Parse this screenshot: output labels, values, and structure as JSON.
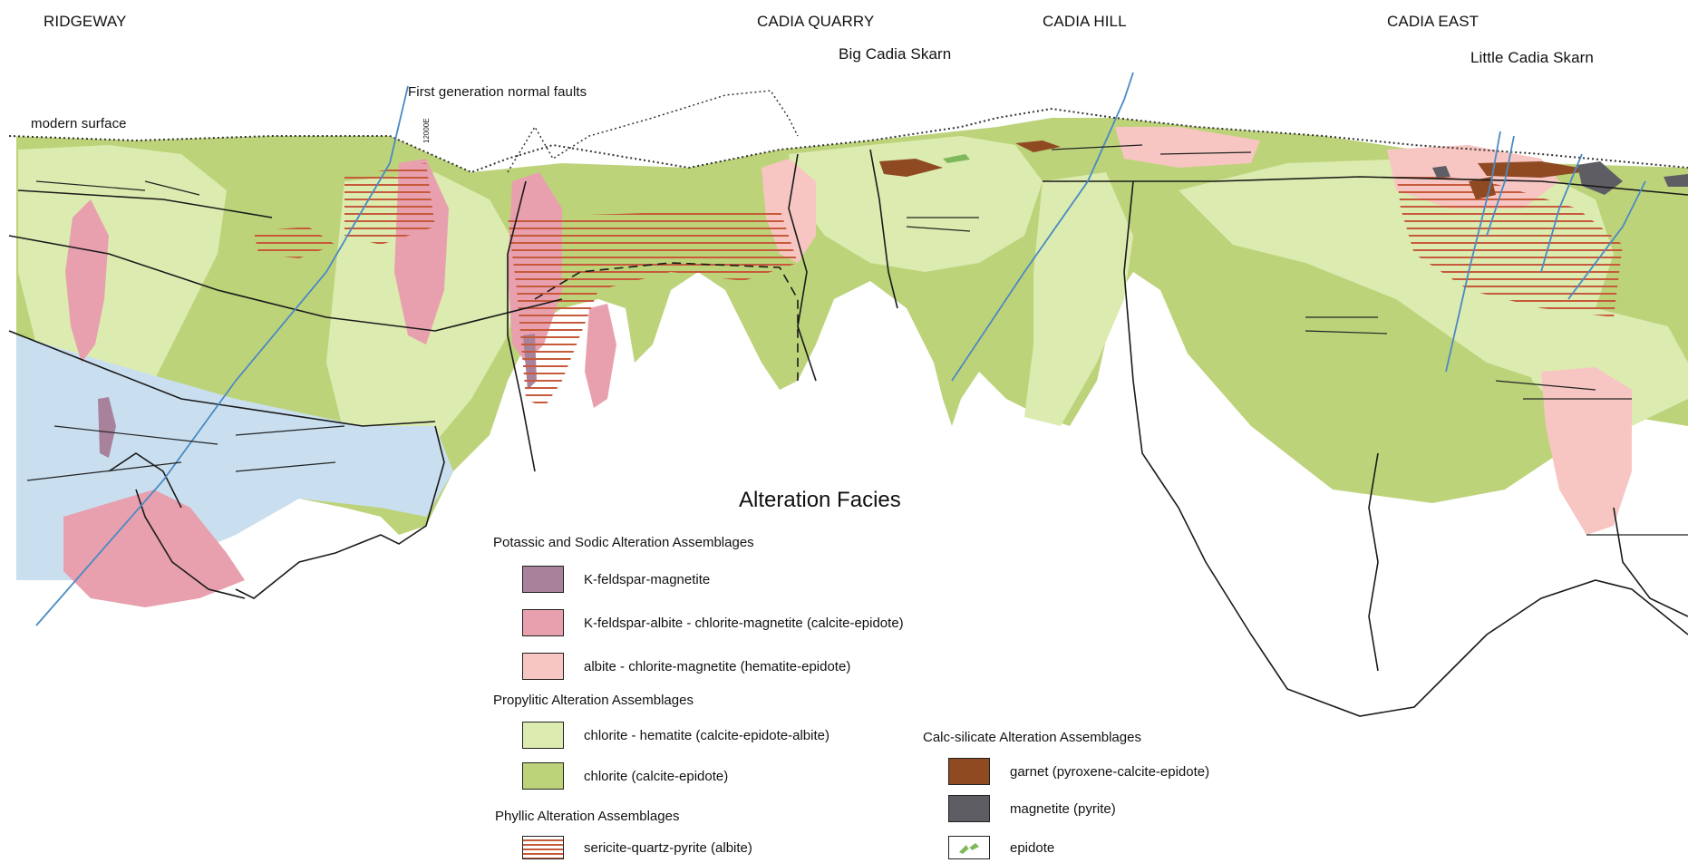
{
  "section_labels": {
    "ridgeway": "RIDGEWAY",
    "cadia_quarry": "CADIA QUARRY",
    "big_cadia_skarn": "Big Cadia Skarn",
    "cadia_hill": "CADIA HILL",
    "cadia_east": "CADIA EAST",
    "little_cadia_skarn": "Little Cadia Skarn",
    "modern_surface": "modern surface",
    "faults": "First generation normal faults",
    "easting": "12000E"
  },
  "legend": {
    "title": "Alteration Facies",
    "groups": [
      {
        "title": "Potassic and Sodic Alteration Assemblages",
        "items": [
          {
            "label": "K-feldspar-magnetite",
            "color": "#a8829a"
          },
          {
            "label": "K-feldspar-albite - chlorite-magnetite (calcite-epidote)",
            "color": "#e8a0ae"
          },
          {
            "label": "albite - chlorite-magnetite (hematite-epidote)",
            "color": "#f7c6c2"
          }
        ]
      },
      {
        "title": "Propylitic Alteration Assemblages",
        "items": [
          {
            "label": "chlorite - hematite  (calcite-epidote-albite)",
            "color": "#dcebaf"
          },
          {
            "label": "chlorite (calcite-epidote)",
            "color": "#bdd37a"
          }
        ]
      },
      {
        "title": "Phyllic Alteration Assemblages",
        "items": [
          {
            "label": "sericite-quartz-pyrite (albite)",
            "color": "hatch"
          }
        ]
      },
      {
        "title": "Calc-silicate Alteration Assemblages",
        "items": [
          {
            "label": "garnet (pyroxene-calcite-epidote)",
            "color": "#8f4a22"
          },
          {
            "label": "magnetite (pyrite)",
            "color": "#5e5d63"
          },
          {
            "label": "epidote",
            "color": "epidote-icon"
          }
        ]
      }
    ]
  },
  "colors": {
    "propylitic_dark": "#bdd37a",
    "propylitic_light": "#dcebaf",
    "potassic": "#e8a0ae",
    "albite": "#f7c6c2",
    "kfeld_mag": "#a8829a",
    "blue_unit": "#c9dff0",
    "garnet": "#8f4a22",
    "magnetite": "#5e5d63",
    "phyllic": "#c65a3a",
    "fault": "#4a8ac4"
  }
}
